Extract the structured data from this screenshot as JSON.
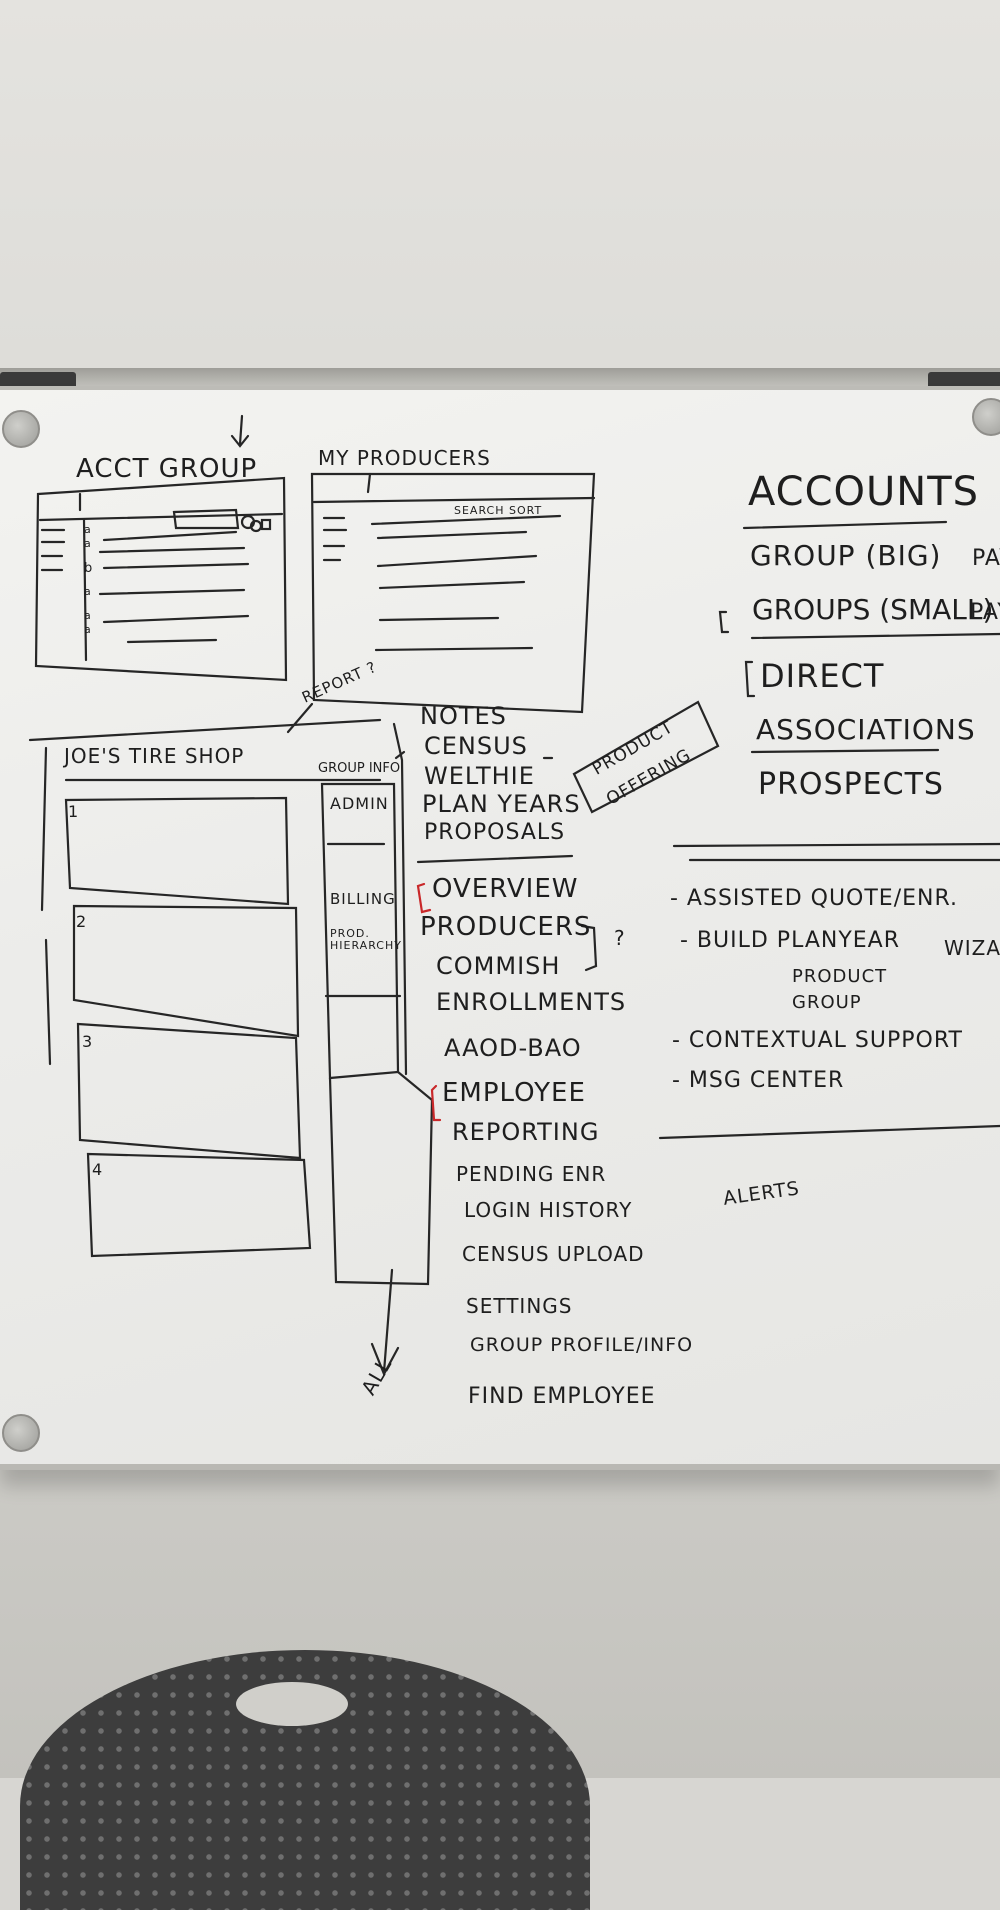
{
  "whiteboard": {
    "wireframe_top_left": {
      "title": "ACCT GROUP",
      "row_markers": [
        "a",
        "a",
        "b",
        "a",
        "a",
        "a"
      ]
    },
    "wireframe_top_middle": {
      "title": "MY PRODUCERS",
      "toolbar_text": "SEARCH SORT"
    },
    "report_note": "REPORT ?",
    "wireframe_bottom": {
      "title": "JOE'S TIRE SHOP",
      "group_info_label": "GROUP INFO",
      "side_menu": [
        "ADMIN",
        "BILLING",
        "PROD. HIERARCHY"
      ],
      "panels": [
        "1",
        "2",
        "3",
        "4"
      ],
      "arrow_label": "ALL"
    },
    "menu_list_top": [
      "NOTES",
      "CENSUS",
      "WELTHIE",
      "PLAN YEARS",
      "PROPOSALS"
    ],
    "product_offering_box": [
      "PRODUCT",
      "OFFERING"
    ],
    "menu_list_bottom": [
      "OVERVIEW",
      "PRODUCERS",
      "COMMISH",
      "ENROLLMENTS",
      "AAOD-BAO",
      "EMPLOYEE",
      "REPORTING",
      "PENDING ENR",
      "LOGIN HISTORY",
      "CENSUS UPLOAD",
      "SETTINGS",
      "GROUP PROFILE/INFO",
      "FIND EMPLOYEE"
    ],
    "question_mark": "?",
    "accounts": {
      "title": "ACCOUNTS",
      "items": [
        "GROUP (BIG)",
        "GROUPS (SMALL)",
        "DIRECT",
        "ASSOCIATIONS",
        "PROSPECTS"
      ],
      "truncated_suffix_1": "PAY",
      "truncated_suffix_2": "PAY"
    },
    "features": {
      "assisted_quote": "- ASSISTED QUOTE/ENR.",
      "build_planyear": "- BUILD PLANYEAR",
      "wizard": "WIZAR",
      "product": "PRODUCT",
      "group": "GROUP",
      "contextual_support": "- CONTEXTUAL SUPPORT",
      "msg_center": "- MSG CENTER",
      "alerts": "ALERTS"
    },
    "ink_color": "#1e1e1e",
    "marker_red": "#c9282a"
  }
}
